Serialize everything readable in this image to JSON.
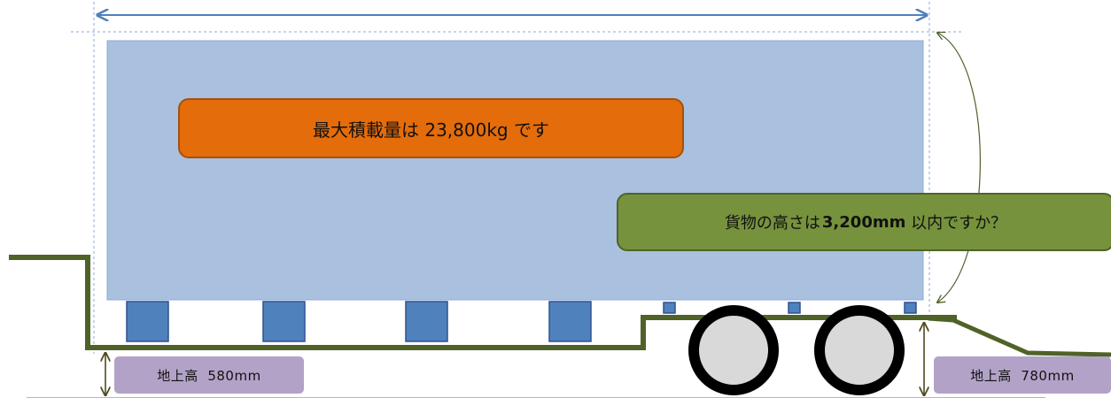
{
  "callouts": {
    "max_load": "最大積載量は 23,800kg です",
    "height_question_prefix": "貨物の高さは",
    "height_question_value": "3,200mm",
    "height_question_suffix": "以内ですか？"
  },
  "ground_clearance": {
    "left": "地上高  580mm",
    "right": "地上高  780mm"
  },
  "colors": {
    "cargo": "#a9c1de",
    "chassis": "#4f6228",
    "dimension_arrow": "#4f81bd",
    "curved_arrow": "#4f6228",
    "pallet_block": "#4f81bd",
    "max_load_box": "#e46c0a",
    "question_box": "#76923c",
    "clearance_box": "#b3a2c7",
    "ground": "#c4b98a"
  }
}
